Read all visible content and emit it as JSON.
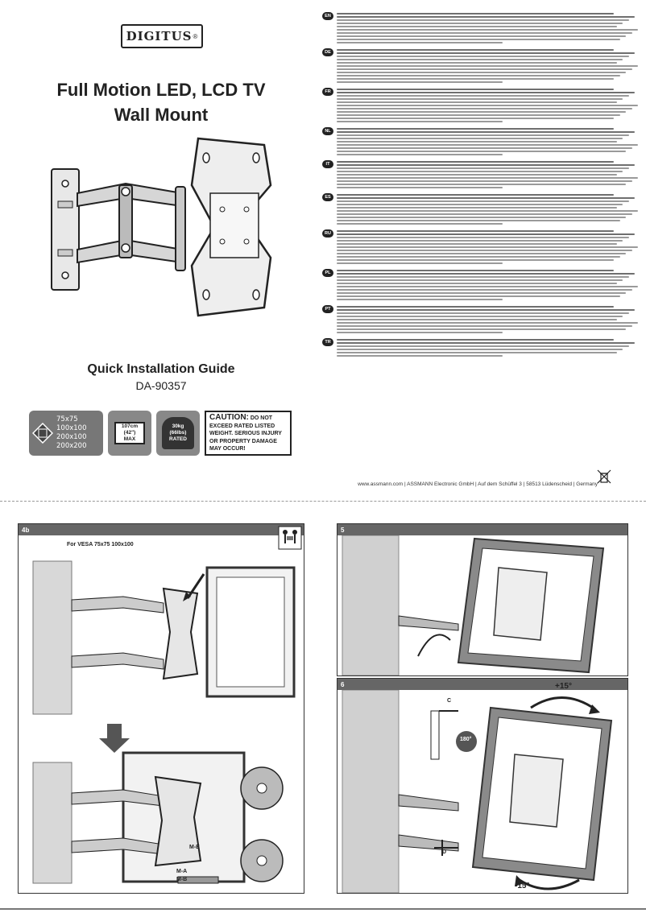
{
  "brand": {
    "name": "DIGITUS",
    "reg": "®"
  },
  "title": "Full Motion LED, LCD TV Wall Mount",
  "title_line1": "Full Motion LED, LCD TV",
  "title_line2": "Wall Mount",
  "guide": {
    "title": "Quick Installation Guide",
    "model": "DA-90357"
  },
  "specs": {
    "vesa": [
      "75x75",
      "100x100",
      "200x100",
      "200x200"
    ],
    "size_value": "107cm",
    "size_inch": "(42\")",
    "size_max": "MAX",
    "weight_value": "30kg",
    "weight_lbs": "(66lbs)",
    "weight_rated": "RATED",
    "caution_title": "CAUTION:",
    "caution_text": "DO NOT EXCEED RATED LISTED WEIGHT. SERIOUS INJURY OR PROPERTY DAMAGE MAY OCCUR!"
  },
  "languages": [
    {
      "code": "EN",
      "lines": 10
    },
    {
      "code": "DE",
      "lines": 11
    },
    {
      "code": "FR",
      "lines": 11
    },
    {
      "code": "NL",
      "lines": 9
    },
    {
      "code": "IT",
      "lines": 9
    },
    {
      "code": "ES",
      "lines": 10
    },
    {
      "code": "RU",
      "lines": 11
    },
    {
      "code": "PL",
      "lines": 10
    },
    {
      "code": "PT",
      "lines": 9
    },
    {
      "code": "TR",
      "lines": 6
    }
  ],
  "footer": "www.assmann.com | ASSMANN Electronic GmbH | Auf dem Schüffel 3 | 58513 Lüdenscheid | Germany",
  "steps": {
    "s4b": {
      "num": "4b",
      "subtitle": "For VESA 75x75 100x100",
      "labels": [
        "M-E",
        "M-A",
        "M-B"
      ]
    },
    "s5": {
      "num": "5"
    },
    "s6": {
      "num": "6",
      "tilt_up": "+15°",
      "tilt_down": "-15°",
      "rotate": "180°",
      "part_c": "C",
      "part_d": "D"
    }
  },
  "colors": {
    "panel_header": "#666666",
    "text": "#1a1a1a",
    "frame": "#7a7a7a"
  }
}
